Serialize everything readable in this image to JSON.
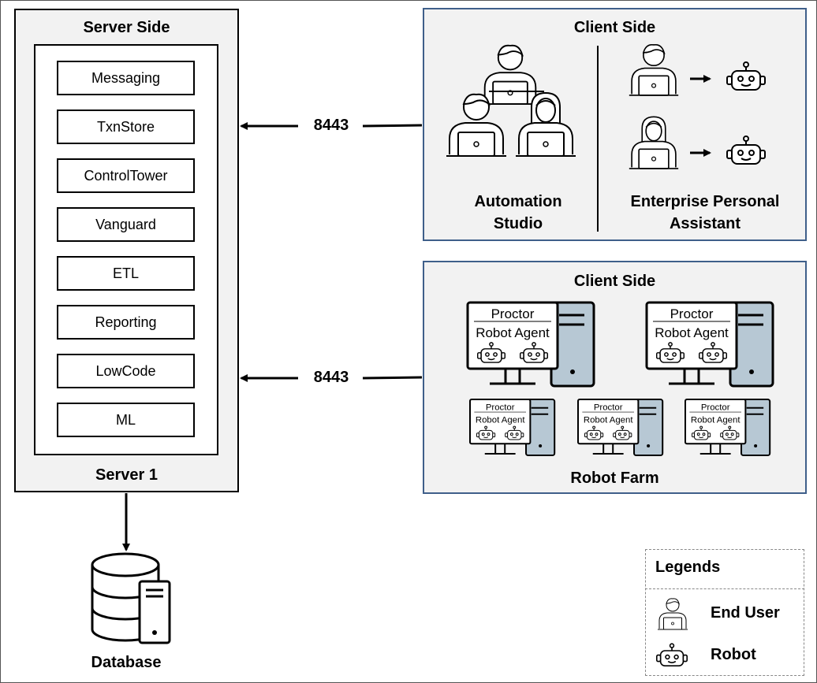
{
  "server": {
    "title": "Server Side",
    "footer": "Server 1",
    "modules": [
      "Messaging",
      "TxnStore",
      "ControlTower",
      "Vanguard",
      "ETL",
      "Reporting",
      "LowCode",
      "ML"
    ]
  },
  "client_top": {
    "title": "Client Side",
    "left_label_line1": "Automation",
    "left_label_line2": "Studio",
    "right_label_line1": "Enterprise Personal",
    "right_label_line2": "Assistant"
  },
  "client_bottom": {
    "title": "Client Side",
    "footer": "Robot Farm",
    "proctor": "Proctor",
    "robot_agent": "Robot Agent"
  },
  "ports": {
    "top": "8443",
    "bottom": "8443"
  },
  "database": {
    "label": "Database"
  },
  "legend": {
    "title": "Legends",
    "end_user": "End User",
    "robot": "Robot"
  },
  "colors": {
    "client_border": "#3f5f8a",
    "tower_fill": "#b7c8d4",
    "panel_fill": "#f2f2f2"
  }
}
